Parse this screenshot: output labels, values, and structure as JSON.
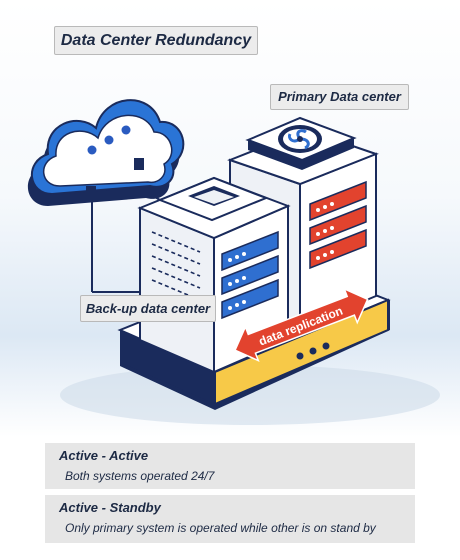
{
  "title": "Data Center Redundancy",
  "labels": {
    "primary": "Primary Data center",
    "backup": "Back-up data center",
    "replication": "data replication"
  },
  "modes": [
    {
      "title": "Active - Active",
      "description": "Both systems operated 24/7"
    },
    {
      "title": "Active - Standby",
      "description": "Only primary system is operated while other is on stand by"
    }
  ],
  "colors": {
    "navy": "#1a2b5c",
    "blue": "#2f6fd0",
    "red": "#e2432e",
    "yellow": "#f7c948",
    "cloud_blue": "#2a74d6",
    "label_bg": "#ececec"
  }
}
